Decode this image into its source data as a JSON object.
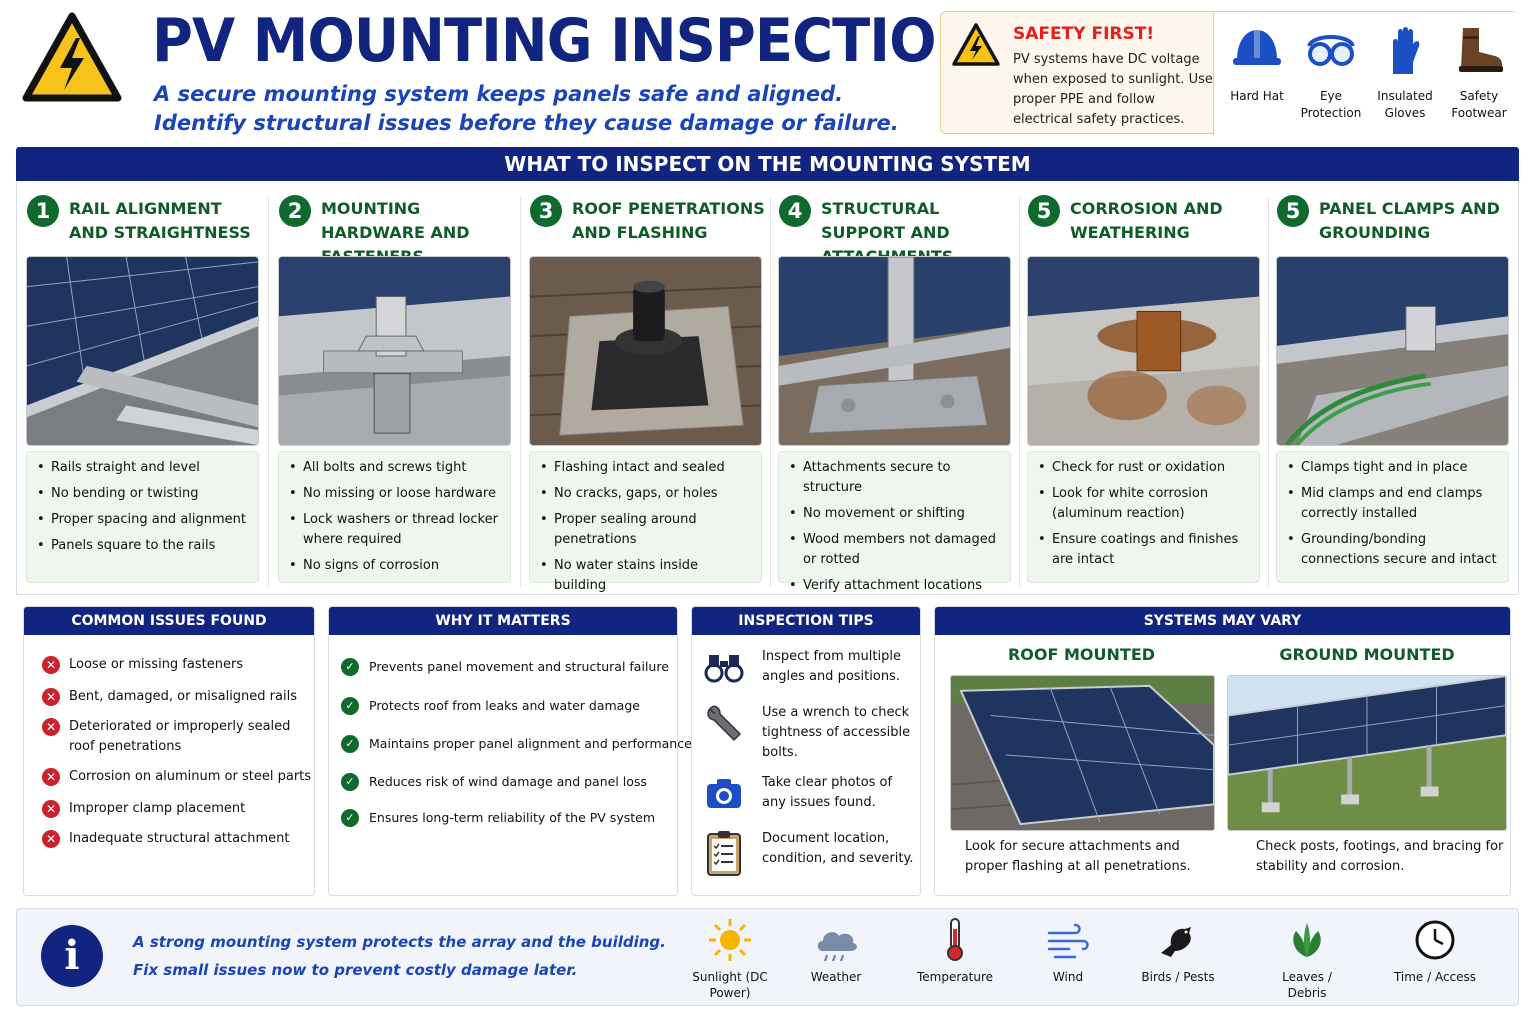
{
  "header": {
    "title": "PV MOUNTING INSPECTION",
    "subtitle_line1": "A secure mounting system keeps panels safe and aligned.",
    "subtitle_line2": "Identify structural issues before they cause damage or failure."
  },
  "safety": {
    "title": "SAFETY FIRST!",
    "text": "PV systems have DC voltage when exposed to sunlight. Use proper PPE and follow electrical safety practices.",
    "ppe": [
      {
        "icon": "hard-hat-icon",
        "label": "Hard Hat"
      },
      {
        "icon": "eye-protection-icon",
        "label": "Eye Protection"
      },
      {
        "icon": "insulated-gloves-icon",
        "label": "Insulated Gloves"
      },
      {
        "icon": "safety-footwear-icon",
        "label": "Safety Footwear"
      }
    ]
  },
  "inspect": {
    "banner": "WHAT TO INSPECT ON THE MOUNTING SYSTEM",
    "columns": [
      {
        "num": "1",
        "title": "RAIL ALIGNMENT AND STRAIGHTNESS",
        "bullets": [
          "Rails straight and level",
          "No bending or twisting",
          "Proper spacing and alignment",
          "Panels square to the rails"
        ]
      },
      {
        "num": "2",
        "title": "MOUNTING HARDWARE AND FASTENERS",
        "bullets": [
          "All bolts and screws tight",
          "No missing or loose hardware",
          "Lock washers or thread locker where required",
          "No signs of corrosion"
        ]
      },
      {
        "num": "3",
        "title": "ROOF PENETRATIONS AND FLASHING",
        "bullets": [
          "Flashing intact and sealed",
          "No cracks, gaps, or holes",
          "Proper sealing around penetrations",
          "No water stains inside building"
        ]
      },
      {
        "num": "4",
        "title": "STRUCTURAL SUPPORT AND ATTACHMENTS",
        "bullets": [
          "Attachments secure to structure",
          "No movement or shifting",
          "Wood members not damaged or rotted",
          "Verify attachment locations"
        ]
      },
      {
        "num": "5",
        "title": "CORROSION AND WEATHERING",
        "bullets": [
          "Check for rust or oxidation",
          "Look for white corrosion (aluminum reaction)",
          "Ensure coatings and finishes are intact"
        ]
      },
      {
        "num": "5",
        "title": "PANEL CLAMPS AND GROUNDING",
        "bullets": [
          "Clamps tight and in place",
          "Mid clamps and end clamps correctly installed",
          "Grounding/bonding connections secure and intact"
        ]
      }
    ]
  },
  "issues": {
    "title": "COMMON ISSUES FOUND",
    "items": [
      "Loose or missing fasteners",
      "Bent, damaged, or misaligned rails",
      "Deteriorated or improperly sealed roof penetrations",
      "Corrosion on aluminum or steel parts",
      "Improper clamp placement",
      "Inadequate structural attachment"
    ]
  },
  "why": {
    "title": "WHY IT MATTERS",
    "items": [
      "Prevents panel movement and structural failure",
      "Protects roof from leaks and water damage",
      "Maintains proper panel alignment and performance",
      "Reduces risk of wind damage and panel loss",
      "Ensures long-term reliability of the PV system"
    ]
  },
  "tips": {
    "title": "INSPECTION TIPS",
    "items": [
      {
        "icon": "binoculars-icon",
        "text": "Inspect from multiple angles and positions."
      },
      {
        "icon": "wrench-icon",
        "text": "Use a wrench to check tightness of accessible bolts."
      },
      {
        "icon": "camera-icon",
        "text": "Take clear photos of any issues found."
      },
      {
        "icon": "clipboard-icon",
        "text": "Document location, condition, and severity."
      }
    ]
  },
  "systems": {
    "title": "SYSTEMS MAY VARY",
    "roof": {
      "label": "ROOF MOUNTED",
      "caption": "Look for secure attachments and proper flashing at all penetrations."
    },
    "ground": {
      "label": "GROUND MOUNTED",
      "caption": "Check posts, footings, and bracing for stability and corrosion."
    }
  },
  "footer": {
    "line1": "A strong mounting system protects the array and the building.",
    "line2": "Fix small issues now to prevent costly damage later.",
    "factors": [
      {
        "icon": "sun-icon",
        "label": "Sunlight (DC Power)"
      },
      {
        "icon": "cloud-icon",
        "label": "Weather"
      },
      {
        "icon": "thermometer-icon",
        "label": "Temperature"
      },
      {
        "icon": "wind-icon",
        "label": "Wind"
      },
      {
        "icon": "bird-icon",
        "label": "Birds / Pests"
      },
      {
        "icon": "leaf-icon",
        "label": "Leaves / Debris"
      },
      {
        "icon": "clock-icon",
        "label": "Time / Access"
      }
    ]
  },
  "colors": {
    "navy": "#11247f",
    "green": "#0f6a2d",
    "red": "#c9242d",
    "accent_blue": "#1a45b8",
    "warning_yellow": "#f7c31b"
  }
}
